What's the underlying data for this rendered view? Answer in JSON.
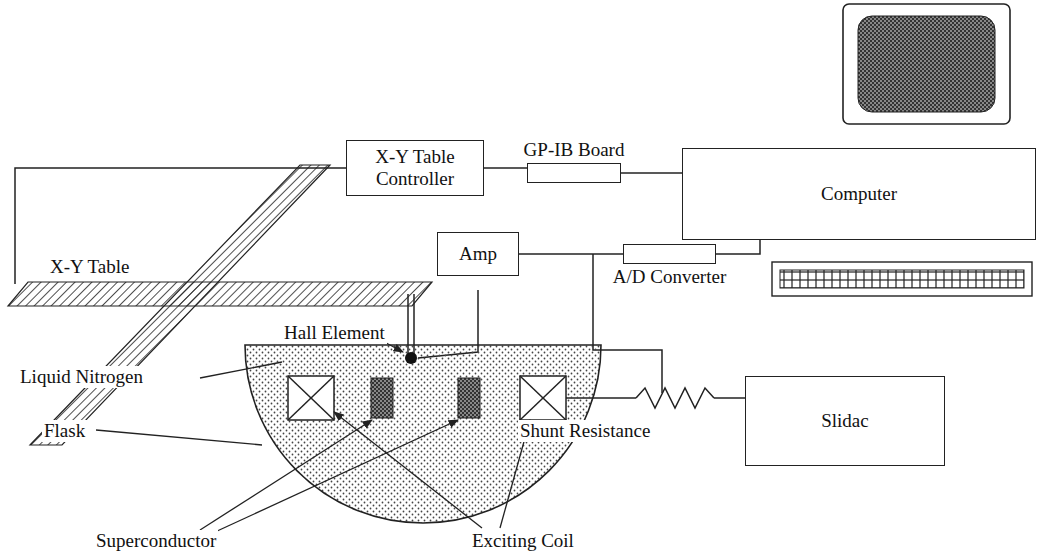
{
  "diagram": {
    "nodes": [
      {
        "text": [
          "X-Y Table Controller"
        ]
      },
      {
        "text": [
          "GP-IB Board"
        ]
      },
      {
        "text": [
          "Computer"
        ]
      },
      {
        "text": [
          "Amp"
        ]
      },
      {
        "text": [
          "A/D Converter"
        ]
      },
      {
        "text": [
          "Slidac"
        ]
      }
    ],
    "edges": [
      {
        "from": 0,
        "to": 1,
        "arrow": "none"
      },
      {
        "from": 1,
        "to": 2,
        "arrow": "none"
      },
      {
        "from": 3,
        "to": 4,
        "arrow": "none"
      },
      {
        "from": 4,
        "to": 2,
        "arrow": "none"
      }
    ],
    "labels": [
      "X-Y Table",
      "Hall Element",
      "Liquid Nitrogen",
      "Flask",
      "Superconductor",
      "Exciting Coil",
      "Shunt Resistance"
    ]
  }
}
